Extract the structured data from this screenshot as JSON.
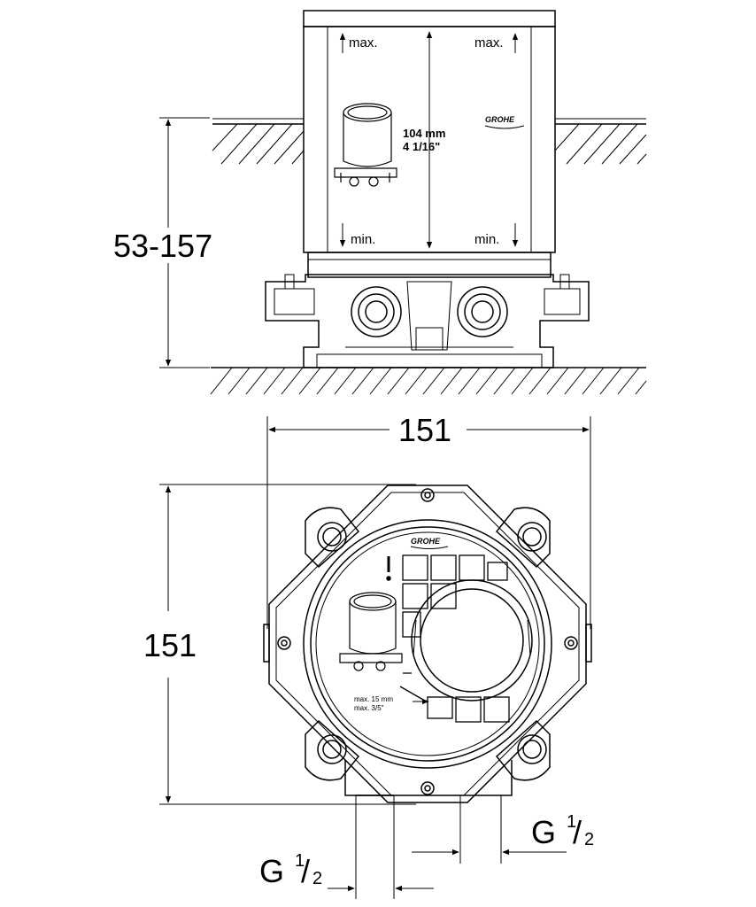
{
  "side_view": {
    "height_range": "53-157",
    "max_label_left": "max.",
    "max_label_right": "max.",
    "min_label_left": "min.",
    "min_label_right": "min.",
    "depth_mm": "104 mm",
    "depth_in": "4 1/16\"",
    "brand": "GROHE"
  },
  "top_view": {
    "width": "151",
    "height": "151",
    "brand": "GROHE",
    "warning": "!",
    "max_mm": "max. 15 mm",
    "max_in": "max. 3/5\""
  },
  "connections": {
    "g_left": "G",
    "g_left_num": "1",
    "g_left_den": "2",
    "g_right": "G",
    "g_right_num": "1",
    "g_right_den": "2"
  }
}
